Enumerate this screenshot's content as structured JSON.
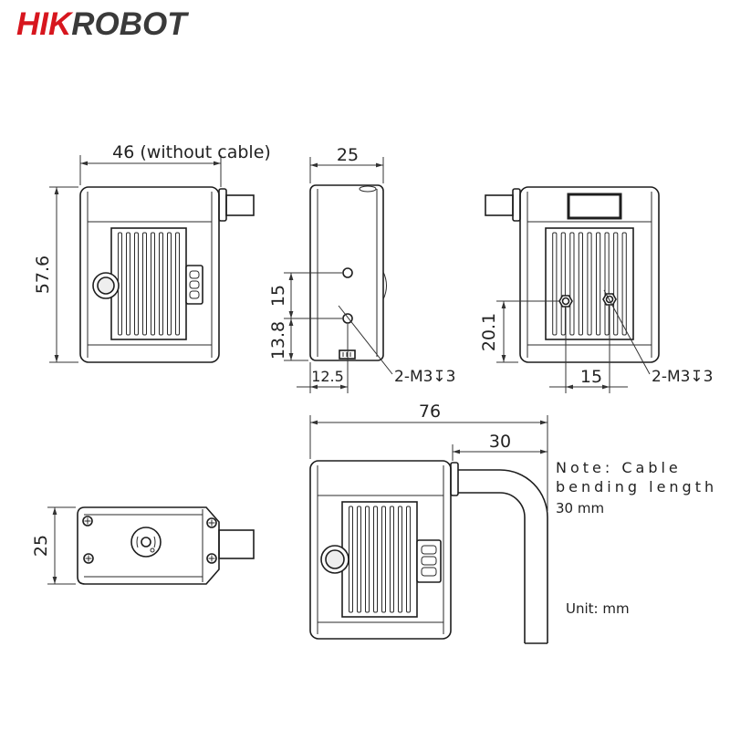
{
  "brand": {
    "part1": "HIK",
    "part2": "ROBOT",
    "accent_color": "#d7161e",
    "text_color": "#3a3a3a"
  },
  "front_view": {
    "width_label": "46 (without cable)",
    "height_label": "57.6"
  },
  "side_view": {
    "width_label": "25",
    "hole_spacing_label": "15",
    "hole_height_label": "13.8",
    "hole_offset_label": "12.5",
    "thread_label": "2-M3↧3"
  },
  "back_view": {
    "hole_height_label": "20.1",
    "hole_spacing_label": "15",
    "thread_label": "2-M3↧3"
  },
  "top_view": {
    "depth_label": "25"
  },
  "cable_view": {
    "total_length_label": "76",
    "cable_label": "30"
  },
  "notes": {
    "note_line1": "Note: Cable",
    "note_line2": "bending length",
    "note_line3": "30 mm",
    "unit": "Unit: mm"
  }
}
